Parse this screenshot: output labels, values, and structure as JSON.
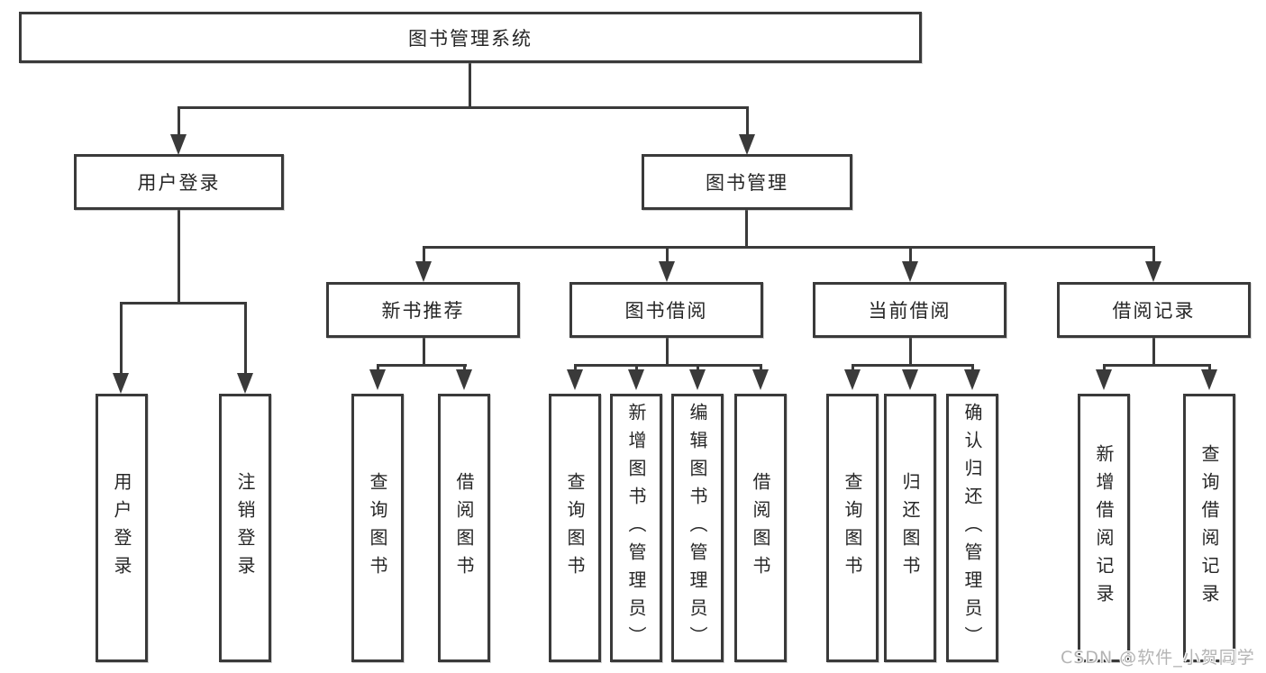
{
  "root": {
    "label": "图书管理系统"
  },
  "level2": {
    "user_login": "用户登录",
    "book_mgmt": "图书管理"
  },
  "level3": {
    "new_books": "新书推荐",
    "book_borrow": "图书借阅",
    "current_borrow": "当前借阅",
    "borrow_records": "借阅记录"
  },
  "leaves": {
    "login": [
      "用户登录",
      "注销登录"
    ],
    "new_books": [
      "查询图书",
      "借阅图书"
    ],
    "book_borrow": [
      "查询图书",
      "新增图书（管理员）",
      "编辑图书（管理员）",
      "借阅图书"
    ],
    "current_borrow": [
      "查询图书",
      "归还图书",
      "确认归还（管理员）"
    ],
    "borrow_records": [
      "新增借阅记录",
      "查询借阅记录"
    ]
  },
  "watermark": "CSDN @软件_小贺同学",
  "colors": {
    "line": "#3a3a3a",
    "text": "#262626",
    "watermark": "#b4b4b4",
    "background": "#ffffff"
  }
}
